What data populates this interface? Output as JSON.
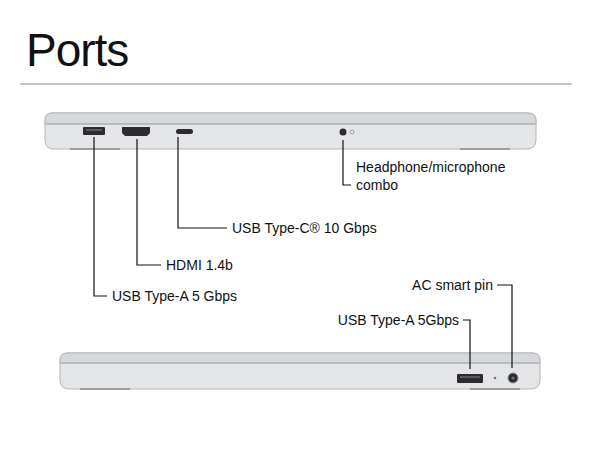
{
  "diagram": {
    "title": "Ports",
    "labels": [
      "Headphone/microphone combo",
      "USB Type-C® 10 Gbps",
      "HDMI 1.4b",
      "USB Type-A 5 Gbps",
      "AC smart pin",
      "USB Type-A 5Gbps"
    ]
  }
}
